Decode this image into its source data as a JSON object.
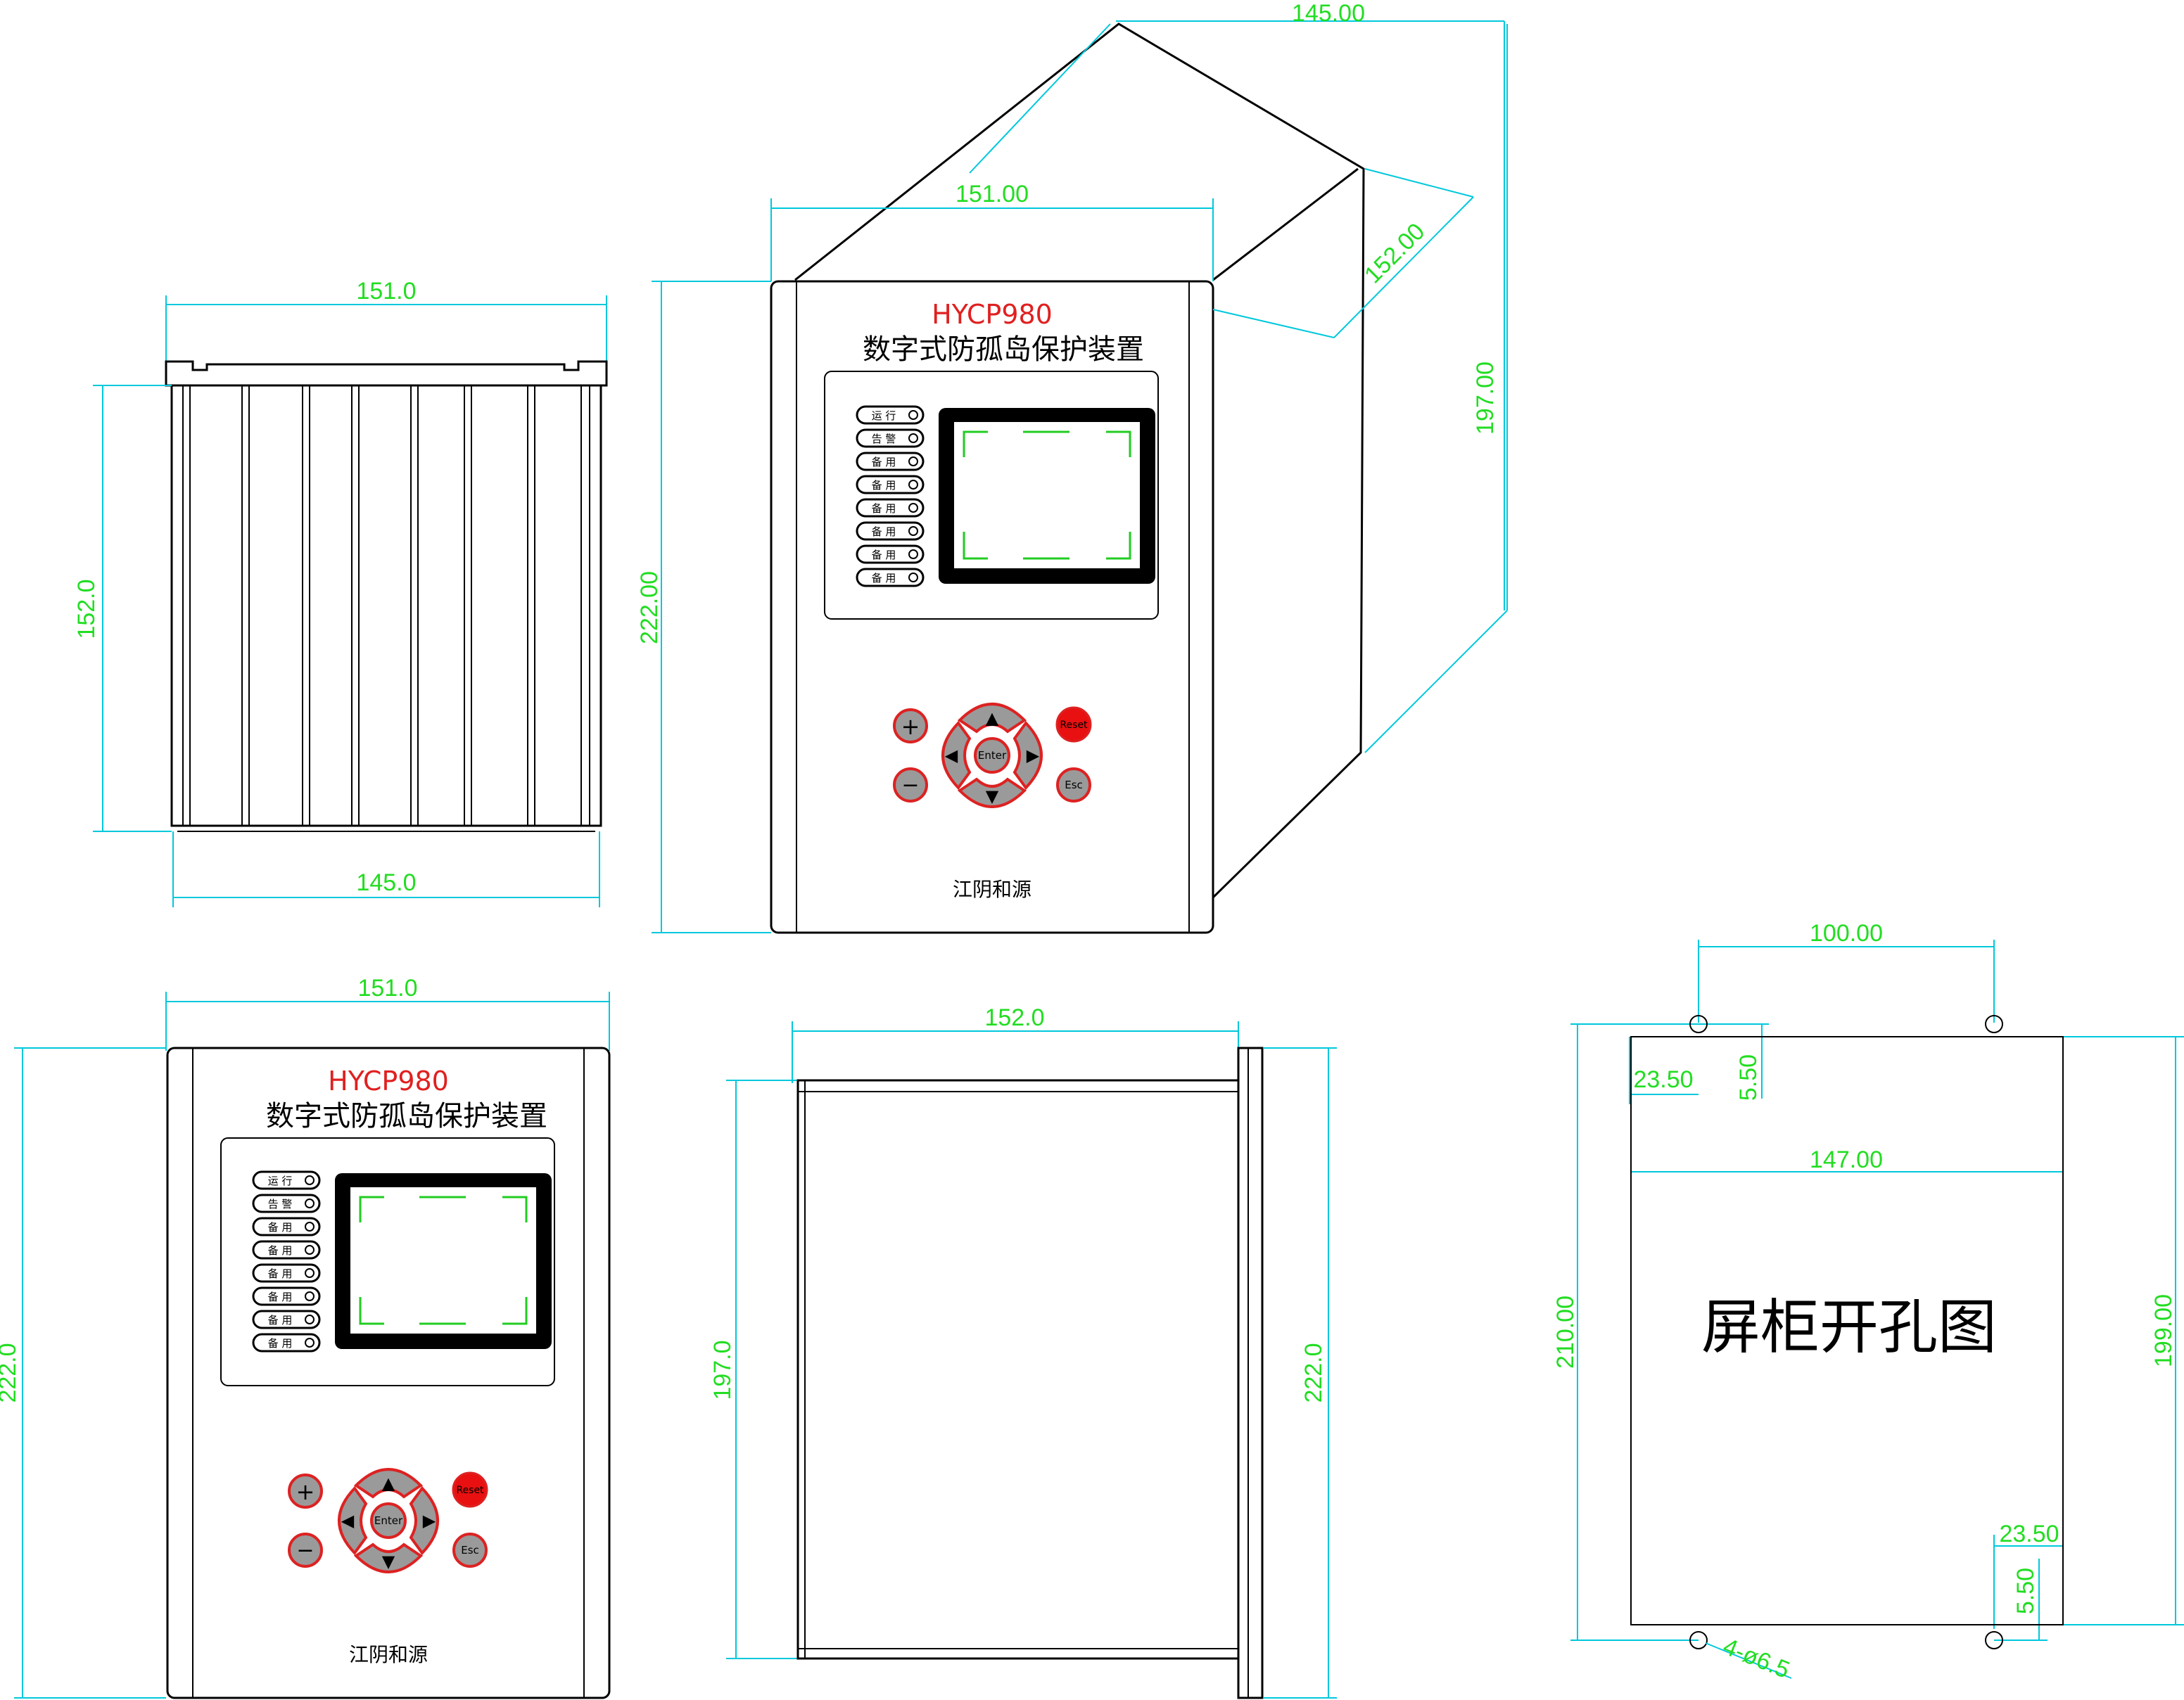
{
  "views": {
    "top": {
      "dims": {
        "width_top": "151.0",
        "depth": "152.0",
        "width_bottom": "145.0"
      }
    },
    "iso": {
      "dims": {
        "depth_top": "145.00",
        "width": "151.00",
        "depth_side": "152.00",
        "height_back": "197.00",
        "height_front": "222.00"
      }
    },
    "front": {
      "dims": {
        "width": "151.0",
        "height": "222.0"
      }
    },
    "side": {
      "dims": {
        "depth": "152.0",
        "body_height": "197.0",
        "total_height": "222.0"
      }
    },
    "cutout": {
      "title": "屏柜开孔图",
      "dims": {
        "hole_spacing": "100.00",
        "offset_x_top": "23.50",
        "offset_y_top": "5.50",
        "cut_width": "147.00",
        "height_total": "210.00",
        "height_cut": "199.00",
        "offset_x_bottom": "23.50",
        "offset_y_bottom": "5.50",
        "holes": "4-ø6.5"
      }
    }
  },
  "panel": {
    "model": "HYCP980",
    "name": "数字式防孤岛保护装置",
    "manufacturer": "江阴和源",
    "leds": [
      "运 行",
      "告 警",
      "备 用",
      "备 用",
      "备 用",
      "备 用",
      "备 用",
      "备 用"
    ],
    "buttons": {
      "plus": "+",
      "minus": "−",
      "up": "▲",
      "down": "▼",
      "left": "◀",
      "right": "▶",
      "enter": "Enter",
      "reset": "Reset",
      "esc": "Esc"
    }
  },
  "colors": {
    "dimension_line": "#00c8dc",
    "dimension_text": "#22dd22",
    "model_text": "#e02020",
    "reset_button": "#e81010",
    "screen_corner": "#22cc22",
    "button_ring": "#dd2222",
    "button_fill": "#9a9a9a"
  }
}
